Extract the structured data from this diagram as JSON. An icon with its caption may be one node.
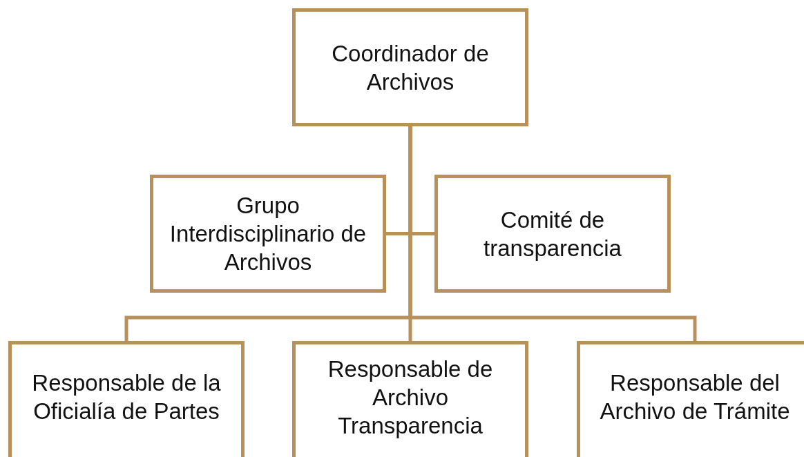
{
  "diagram": {
    "nodes": [
      {
        "text": [
          "Coordinador de Archivos"
        ]
      },
      {
        "text": [
          "Grupo Interdisciplinario de Archivos"
        ]
      },
      {
        "text": [
          "Comité de transparencia"
        ]
      },
      {
        "text": [
          "Responsable de la Oficialía de Partes"
        ]
      },
      {
        "text": [
          "Responsable de Archivo Transparencia"
        ]
      },
      {
        "text": [
          "Responsable del Archivo de Trámite"
        ]
      }
    ],
    "edges": [
      {
        "from": 0,
        "to": 1,
        "arrow": "none"
      },
      {
        "from": 0,
        "to": 2,
        "arrow": "none"
      },
      {
        "from": 0,
        "to": 3,
        "arrow": "none"
      },
      {
        "from": 0,
        "to": 4,
        "arrow": "none"
      },
      {
        "from": 0,
        "to": 5,
        "arrow": "none"
      }
    ]
  }
}
